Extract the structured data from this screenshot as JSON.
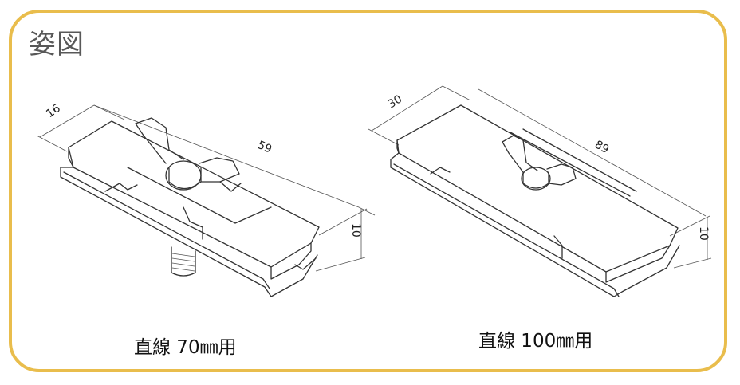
{
  "heading": "姿図",
  "figures": [
    {
      "caption": "直線 70㎜用",
      "dimensions": {
        "width": "16",
        "length": "59",
        "height": "10"
      }
    },
    {
      "caption": "直線 100㎜用",
      "dimensions": {
        "width": "30",
        "length": "89",
        "height": "10"
      }
    }
  ],
  "colors": {
    "frame": "#E9BD4C",
    "line": "#333333"
  }
}
